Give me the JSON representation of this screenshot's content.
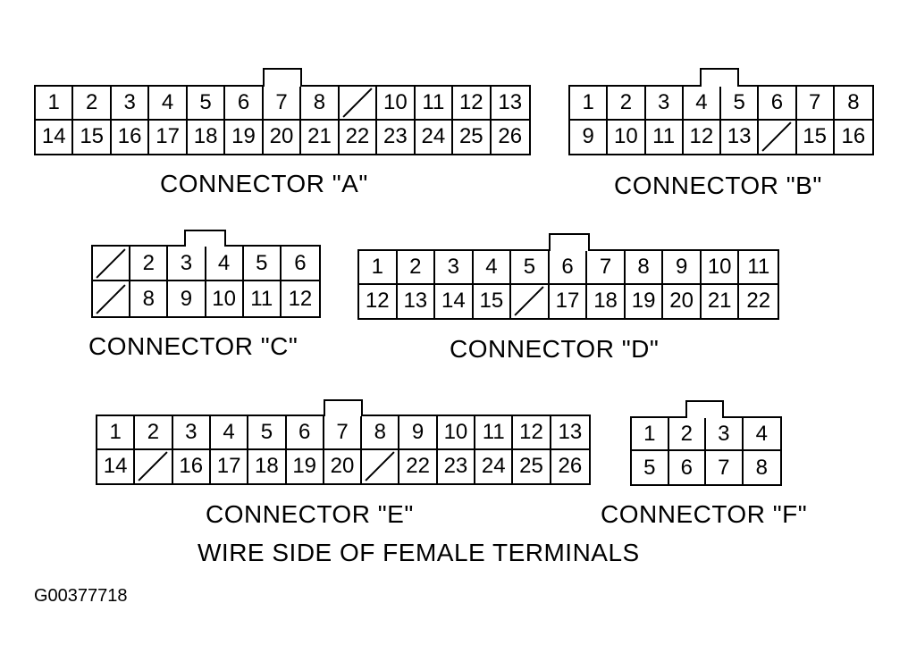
{
  "connectors": [
    {
      "id": "A",
      "label": "CONNECTOR \"A\"",
      "rows": [
        [
          "1",
          "2",
          "3",
          "4",
          "5",
          "6",
          "7",
          "8",
          "",
          "10",
          "11",
          "12",
          "13"
        ],
        [
          "14",
          "15",
          "16",
          "17",
          "18",
          "19",
          "20",
          "21",
          "22",
          "23",
          "24",
          "25",
          "26"
        ]
      ]
    },
    {
      "id": "B",
      "label": "CONNECTOR \"B\"",
      "rows": [
        [
          "1",
          "2",
          "3",
          "4",
          "5",
          "6",
          "7",
          "8"
        ],
        [
          "9",
          "10",
          "11",
          "12",
          "13",
          "",
          "15",
          "16"
        ]
      ]
    },
    {
      "id": "C",
      "label": "CONNECTOR \"C\"",
      "rows": [
        [
          "",
          "2",
          "3",
          "4",
          "5",
          "6"
        ],
        [
          "",
          "8",
          "9",
          "10",
          "11",
          "12"
        ]
      ]
    },
    {
      "id": "D",
      "label": "CONNECTOR \"D\"",
      "rows": [
        [
          "1",
          "2",
          "3",
          "4",
          "5",
          "6",
          "7",
          "8",
          "9",
          "10",
          "11"
        ],
        [
          "12",
          "13",
          "14",
          "15",
          "",
          "17",
          "18",
          "19",
          "20",
          "21",
          "22"
        ]
      ]
    },
    {
      "id": "E",
      "label": "CONNECTOR \"E\"",
      "rows": [
        [
          "1",
          "2",
          "3",
          "4",
          "5",
          "6",
          "7",
          "8",
          "9",
          "10",
          "11",
          "12",
          "13"
        ],
        [
          "14",
          "",
          "16",
          "17",
          "18",
          "19",
          "20",
          "",
          "22",
          "23",
          "24",
          "25",
          "26"
        ]
      ]
    },
    {
      "id": "F",
      "label": "CONNECTOR \"F\"",
      "rows": [
        [
          "1",
          "2",
          "3",
          "4"
        ],
        [
          "5",
          "6",
          "7",
          "8"
        ]
      ]
    }
  ],
  "caption": "WIRE SIDE OF FEMALE TERMINALS",
  "figure_code": "G00377718"
}
